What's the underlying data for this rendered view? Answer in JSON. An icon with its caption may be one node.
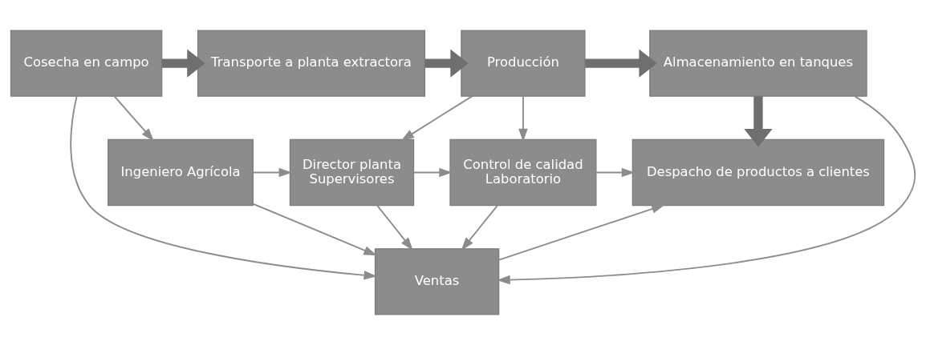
{
  "diagram": {
    "nodes": [
      {
        "text": [
          "Cosecha en campo"
        ]
      },
      {
        "text": [
          "Transporte a planta extractora"
        ]
      },
      {
        "text": [
          "Producción"
        ]
      },
      {
        "text": [
          "Almacenamiento en tanques"
        ]
      },
      {
        "text": [
          "Ingeniero Agrícola"
        ]
      },
      {
        "text": [
          "Director planta",
          "Supervisores"
        ]
      },
      {
        "text": [
          "Control de calidad",
          "Laboratorio"
        ]
      },
      {
        "text": [
          "Despacho de productos a clientes"
        ]
      },
      {
        "text": [
          "Ventas"
        ]
      }
    ],
    "edges": [
      {
        "from": 0,
        "to": 1,
        "arrow": "to",
        "style": "thick"
      },
      {
        "from": 1,
        "to": 2,
        "arrow": "to",
        "style": "thick"
      },
      {
        "from": 2,
        "to": 3,
        "arrow": "to",
        "style": "thick"
      },
      {
        "from": 3,
        "to": 7,
        "arrow": "to",
        "style": "thick"
      },
      {
        "from": 0,
        "to": 4,
        "arrow": "to"
      },
      {
        "from": 2,
        "to": 5,
        "arrow": "to"
      },
      {
        "from": 2,
        "to": 6,
        "arrow": "to"
      },
      {
        "from": 4,
        "to": 5,
        "arrow": "to"
      },
      {
        "from": 5,
        "to": 6,
        "arrow": "to"
      },
      {
        "from": 6,
        "to": 7,
        "arrow": "to"
      },
      {
        "from": 0,
        "to": 8,
        "arrow": "to"
      },
      {
        "from": 4,
        "to": 8,
        "arrow": "to"
      },
      {
        "from": 5,
        "to": 8,
        "arrow": "to"
      },
      {
        "from": 6,
        "to": 8,
        "arrow": "to"
      },
      {
        "from": 3,
        "to": 8,
        "arrow": "to"
      },
      {
        "from": 8,
        "to": 7,
        "arrow": "to"
      }
    ]
  }
}
